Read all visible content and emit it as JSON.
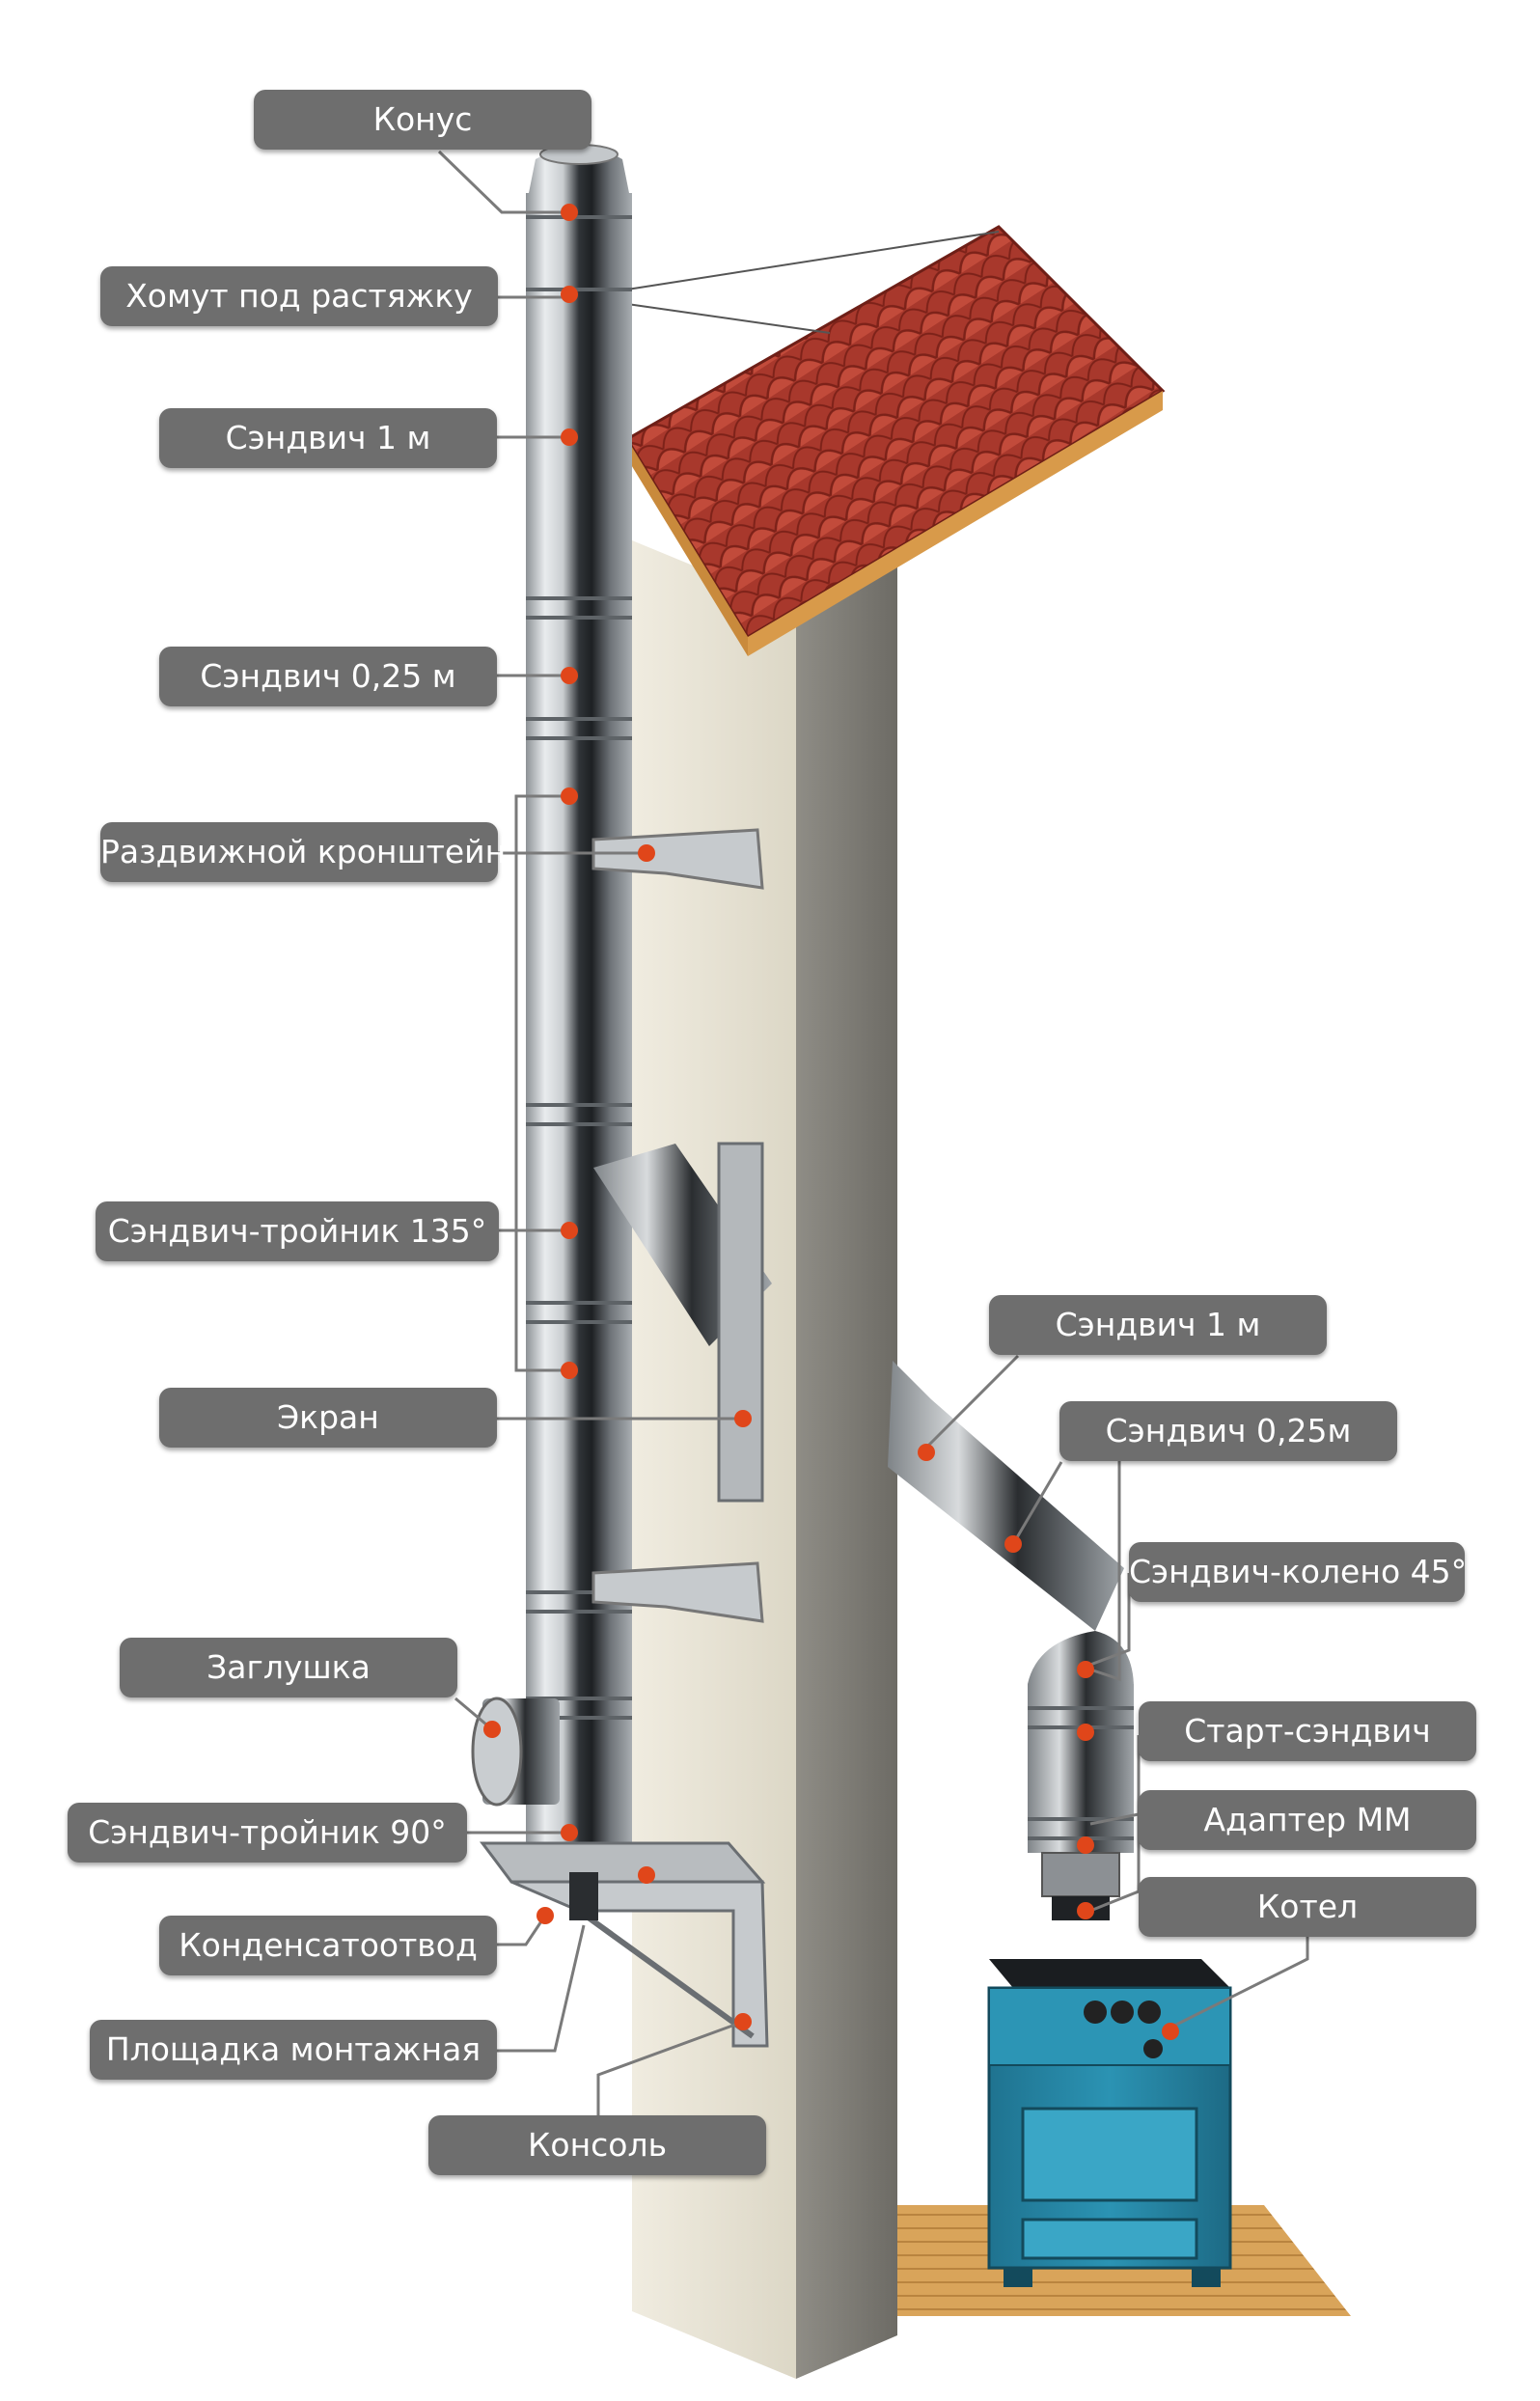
{
  "colors": {
    "label_bg": "#6e6e6e",
    "label_text": "#ffffff",
    "leader_line": "#7a7a7a",
    "marker_dot": "#e0461a",
    "roof_tile": "#b03a2e",
    "wall": "#e8e4d6",
    "boiler": "#2a8aa8",
    "floor": "#d9a45a",
    "pipe_steel": "#b9bdc2"
  },
  "labels": {
    "konus": "Конус",
    "homut": "Хомут под растяжку",
    "sandwich_1m_left": "Сэндвич 1 м",
    "sandwich_025_left": "Сэндвич 0,25 м",
    "bracket": "Раздвижной кронштейн",
    "tee_135": "Сэндвич-тройник 135°",
    "screen": "Экран",
    "plug": "Заглушка",
    "tee_90": "Сэндвич-тройник 90°",
    "condensate": "Конденсатоотвод",
    "mount_platform": "Площадка монтажная",
    "console": "Консоль",
    "sandwich_1m_right": "Сэндвич 1 м",
    "sandwich_025_right": "Сэндвич 0,25м",
    "elbow_45": "Сэндвич-колено 45°",
    "start_sandwich": "Старт-сэндвич",
    "adapter_mm": "Адаптер ММ",
    "boiler": "Котел"
  }
}
